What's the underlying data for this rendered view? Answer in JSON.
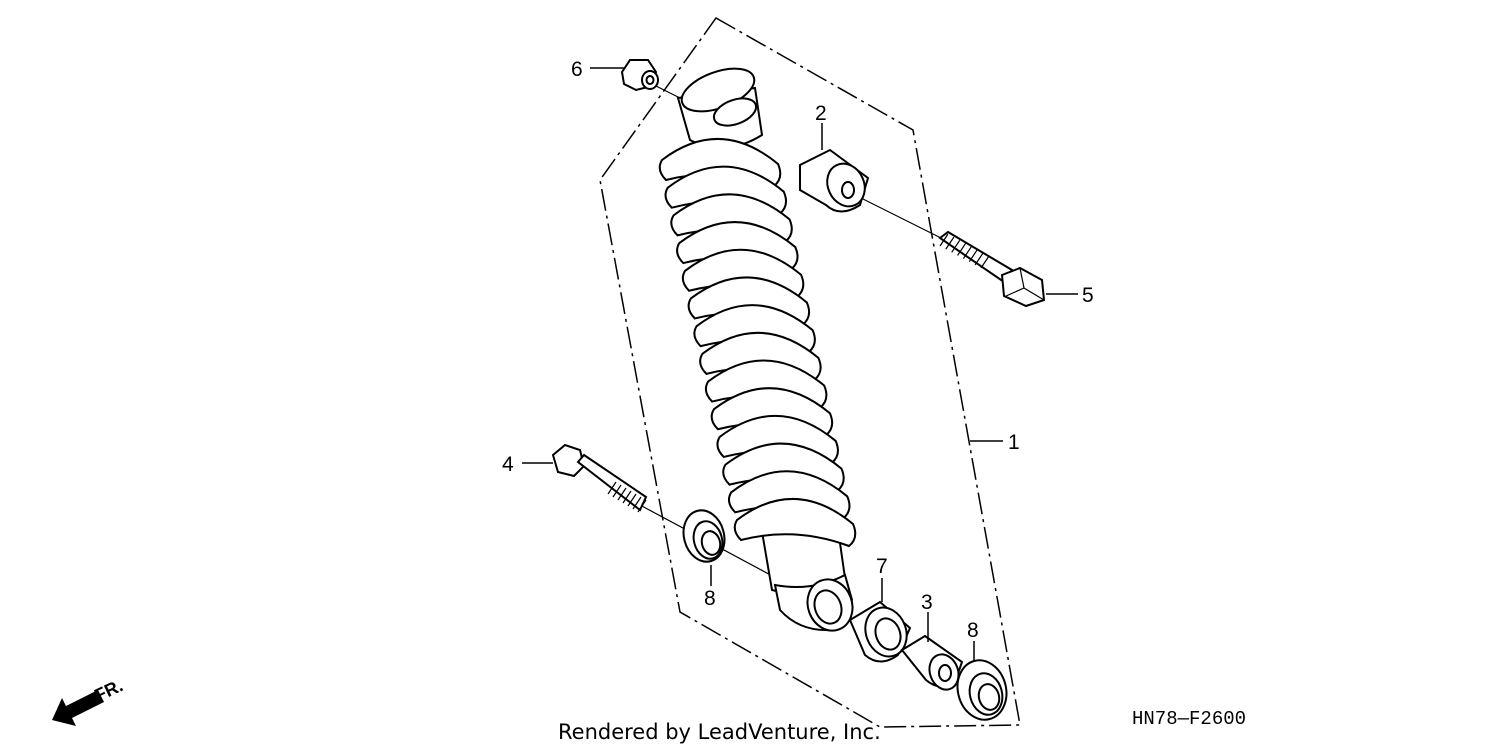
{
  "diagram": {
    "callouts": [
      {
        "id": "c1",
        "label": "1"
      },
      {
        "id": "c2",
        "label": "2"
      },
      {
        "id": "c3",
        "label": "3"
      },
      {
        "id": "c4",
        "label": "4"
      },
      {
        "id": "c5",
        "label": "5"
      },
      {
        "id": "c6",
        "label": "6"
      },
      {
        "id": "c7",
        "label": "7"
      },
      {
        "id": "c8a",
        "label": "8"
      },
      {
        "id": "c8b",
        "label": "8"
      }
    ],
    "direction_label": "FR.",
    "diagram_code": "HN78—F2600",
    "credit": "Rendered by LeadVenture, Inc."
  }
}
